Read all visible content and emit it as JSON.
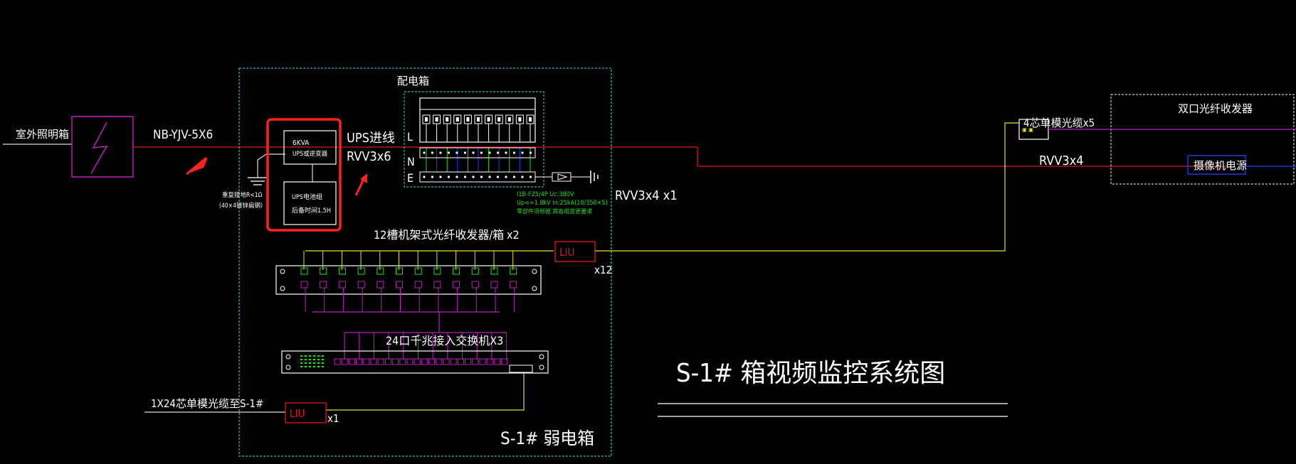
{
  "labels": {
    "outdoor_box": "室外照明箱",
    "cable_main": "NB-YJV-5X6",
    "ups_kva": "6KVA",
    "ups_device": "UPS或逆变器",
    "battery_line1": "UPS电池组",
    "battery_line2": "后备时间1.5H",
    "ground_line1": "重复接地R<1Ω",
    "ground_line2": "(40×4镀锌扁钢)",
    "ups_in_line1": "UPS进线",
    "ups_in_line2": "RVV3x6",
    "dist_box_title": "配电箱",
    "bus_l": "L",
    "bus_n": "N",
    "bus_e": "E",
    "spd_line1": "I1B-F25/4P  Uc:380V",
    "spd_line2": "Up<=1.8kV  In:25kA(10/350×S)",
    "spd_line3": "零部件须根据 其各组变更要求",
    "rvv_x1": "RVV3x4  x1",
    "fiber_rack": "12槽机架式光纤收发器/箱",
    "x2": "x2",
    "liu_top": "LIU",
    "x12": "x12",
    "switch_label": "24口千兆接入交换机X3",
    "fiber_cable": "1X24芯单模光缆至S-1#",
    "liu_bottom": "LIU",
    "x1": "x1",
    "weak_box": "S-1# 弱电箱",
    "fiber_core": "4芯单模光缆x5",
    "rvv_right": "RVV3x4",
    "dual_transceiver": "双口光纤收发器",
    "camera_power": "摄像机电源",
    "diagram_title": "S-1# 箱视频监控系统图"
  },
  "colors": {
    "background": "#000000",
    "frame_cyan": "#2fb8b8",
    "red_line": "#e01818",
    "yellow_line": "#e4e420",
    "magenta_line": "#c020c0",
    "blue_line": "#2040ff",
    "green_text": "#20e020",
    "white": "#ffffff",
    "highlight": "#ff2020"
  }
}
